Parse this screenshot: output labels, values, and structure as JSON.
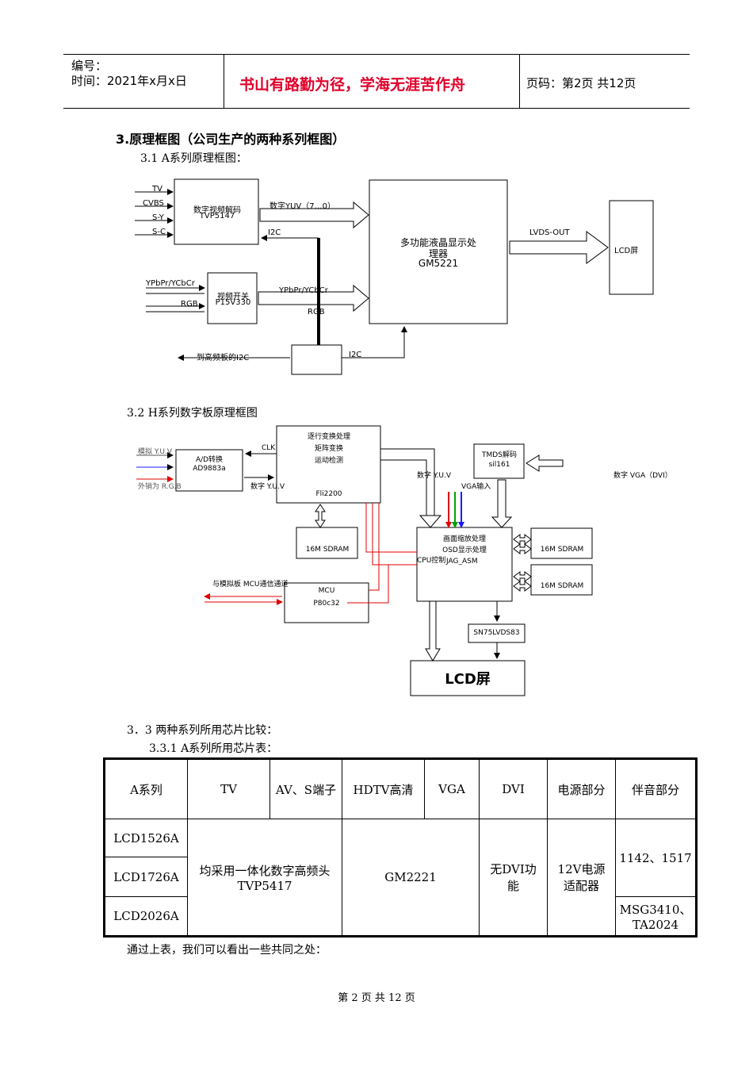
{
  "header": {
    "number_label": "编号：",
    "time_label": "时间：2021年x月x日",
    "motto": "书山有路勤为径，学海无涯苦作舟",
    "page_label": "页码：第2页  共12页"
  },
  "section3": {
    "title": "3.原理框图（公司生产的两种系列框图）",
    "sub31": "3.1   A系列原理框图：",
    "sub32": "3.2   H系列数字板原理框图",
    "sub33": "3．3  两种系列所用芯片比较：",
    "sub331": "3.3.1  A系列所用芯片表："
  },
  "diagramA": {
    "in_tv": "TV",
    "in_cvbs": "CVBS",
    "in_sy": "S-Y",
    "in_sc": "S-C",
    "decoder_line1": "数字视频解码",
    "decoder_line2": "TVP5147",
    "yuv_label": "数字YUV（7…0）",
    "i2c_top": "I2C",
    "processor_line1": "多功能液晶显示处",
    "processor_line2": "理器",
    "processor_line3": "GM5221",
    "lvds_label": "LVDS-OUT",
    "lcd_label": "LCD屏",
    "in_ypbpr": "YPbPr/YCbCr",
    "in_rgb": "RGB",
    "switch_line1": "视频开关",
    "switch_line2": "P15V330",
    "ypbpr_mid": "YPbPr/YCbCr",
    "rgb_mid": "RGB",
    "to_tuner_i2c": "到高频板的I2C",
    "i2c_bottom": "I2C"
  },
  "diagramH": {
    "in_yuv": "模拟 Y.U.V",
    "in_rgb": "外销为 R.G.B",
    "ad_line1": "A/D转换",
    "ad_line2": "AD9883a",
    "clk": "CLK",
    "digital_yuv1": "数字 Y.U.V",
    "deint_line1": "逐行变换处理",
    "deint_line2": "矩阵变换",
    "deint_line3": "运动检测",
    "deint_line4": "Fli2200",
    "digital_yuv2": "数字 Y.U.V",
    "vga_in": "VGA输入",
    "tmds_line1": "TMDS解码",
    "tmds_line2": "sil161",
    "vga_dvi": "数字 VGA（DVI）",
    "sdram1": "16M SDRAM",
    "scaler_line1": "画面缩放处理",
    "scaler_line2": "OSD显示处理",
    "scaler_line3": "CPU控制",
    "scaler_line4": "JAG_ASM",
    "sdram2": "16M SDRAM",
    "sdram3": "16M SDRAM",
    "mcu_comm": "与模拟板 MCU通信通道",
    "mcu_line1": "MCU",
    "mcu_line2": "P80c32",
    "lvds_chip": "SN75LVDS83",
    "lcd_label": "LCD屏"
  },
  "table": {
    "headers": [
      "A系列",
      "TV",
      "AV、S端子",
      "HDTV高清",
      "VGA",
      "DVI",
      "电源部分",
      "伴音部分"
    ],
    "models": [
      "LCD1526A",
      "LCD1726A",
      "LCD2026A"
    ],
    "tuner": "均采用一体化数字高频头TVP5417",
    "scaler": "GM2221",
    "dvi": "无DVI功能",
    "power": "12V电源适配器",
    "audio1": "1142、1517",
    "audio2": "MSG3410、TA2024"
  },
  "closing_text": "通过上表，我们可以看出一些共同之处：",
  "footer": "第 2 页 共 12 页",
  "colors": {
    "motto": "#e0002a",
    "red_line": "#e00000",
    "blue": "#1a1aff",
    "green": "#00a000"
  }
}
